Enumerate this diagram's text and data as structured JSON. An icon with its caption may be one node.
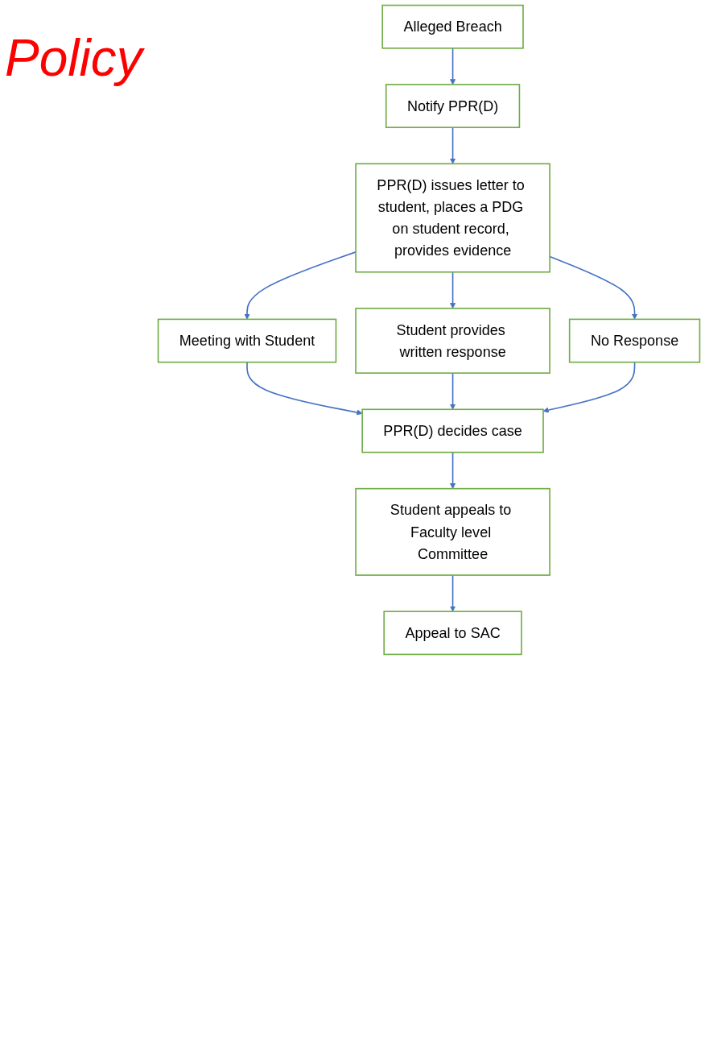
{
  "diagram": {
    "title": "Policy",
    "nodes": [
      {
        "text": [
          "Alleged Breach"
        ]
      },
      {
        "text": [
          "Notify PPR(D)"
        ]
      },
      {
        "text": [
          "PPR(D) issues letter to student, places a PDG on student record, provides evidence"
        ]
      },
      {
        "text": [
          "Meeting with Student"
        ]
      },
      {
        "text": [
          "Student provides written response"
        ]
      },
      {
        "text": [
          "No Response"
        ]
      },
      {
        "text": [
          "PPR(D) decides case"
        ]
      },
      {
        "text": [
          "Student appeals to Faculty level Committee"
        ]
      },
      {
        "text": [
          "Appeal to SAC"
        ]
      }
    ],
    "edges": [
      {
        "from": 0,
        "to": 1,
        "arrow": "to"
      },
      {
        "from": 1,
        "to": 2,
        "arrow": "to"
      },
      {
        "from": 2,
        "to": 3,
        "arrow": "to"
      },
      {
        "from": 2,
        "to": 4,
        "arrow": "to"
      },
      {
        "from": 2,
        "to": 5,
        "arrow": "to"
      },
      {
        "from": 3,
        "to": 6,
        "arrow": "to"
      },
      {
        "from": 4,
        "to": 6,
        "arrow": "to"
      },
      {
        "from": 5,
        "to": 6,
        "arrow": "to"
      },
      {
        "from": 6,
        "to": 7,
        "arrow": "to"
      },
      {
        "from": 7,
        "to": 8,
        "arrow": "to"
      }
    ]
  }
}
